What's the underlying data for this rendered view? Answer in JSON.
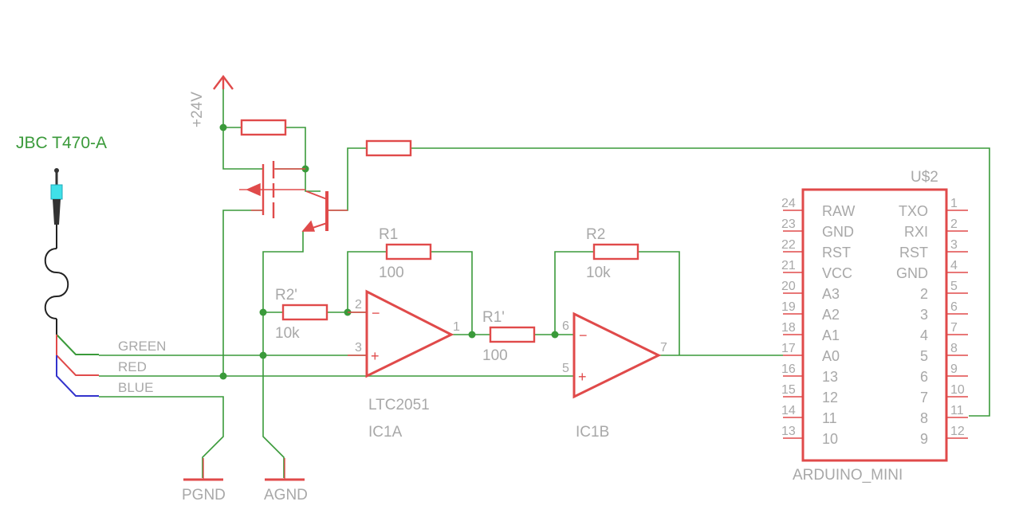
{
  "labels": {
    "probe": "JBC T470-A",
    "supply": "+24V",
    "green": "GREEN",
    "red": "RED",
    "blue": "BLUE",
    "pgnd": "PGND",
    "agnd": "AGND"
  },
  "resistors": {
    "r1_name": "R1",
    "r1_value": "100",
    "r2_name": "R2",
    "r2_value": "10k",
    "r1p_name": "R1'",
    "r1p_value": "100",
    "r2p_name": "R2'",
    "r2p_value": "10k"
  },
  "opamps": {
    "ic1a_part": "LTC2051",
    "ic1a_name": "IC1A",
    "ic1b_name": "IC1B",
    "minus": "−",
    "plus": "+",
    "ic1a_pins": [
      "2",
      "3",
      "1"
    ],
    "ic1b_pins": [
      "6",
      "5",
      "7"
    ]
  },
  "arduino": {
    "ref": "U$2",
    "name": "ARDUINO_MINI",
    "left_pins": [
      {
        "num": "24",
        "label": "RAW"
      },
      {
        "num": "23",
        "label": "GND"
      },
      {
        "num": "22",
        "label": "RST"
      },
      {
        "num": "21",
        "label": "VCC"
      },
      {
        "num": "20",
        "label": "A3"
      },
      {
        "num": "19",
        "label": "A2"
      },
      {
        "num": "18",
        "label": "A1"
      },
      {
        "num": "17",
        "label": "A0"
      },
      {
        "num": "16",
        "label": "13"
      },
      {
        "num": "15",
        "label": "12"
      },
      {
        "num": "14",
        "label": "11"
      },
      {
        "num": "13",
        "label": "10"
      }
    ],
    "right_pins": [
      {
        "num": "1",
        "label": "TXO"
      },
      {
        "num": "2",
        "label": "RXI"
      },
      {
        "num": "3",
        "label": "RST"
      },
      {
        "num": "4",
        "label": "GND"
      },
      {
        "num": "5",
        "label": "2"
      },
      {
        "num": "6",
        "label": "3"
      },
      {
        "num": "7",
        "label": "4"
      },
      {
        "num": "8",
        "label": "5"
      },
      {
        "num": "9",
        "label": "6"
      },
      {
        "num": "10",
        "label": "7"
      },
      {
        "num": "11",
        "label": "8"
      },
      {
        "num": "12",
        "label": "9"
      }
    ]
  }
}
